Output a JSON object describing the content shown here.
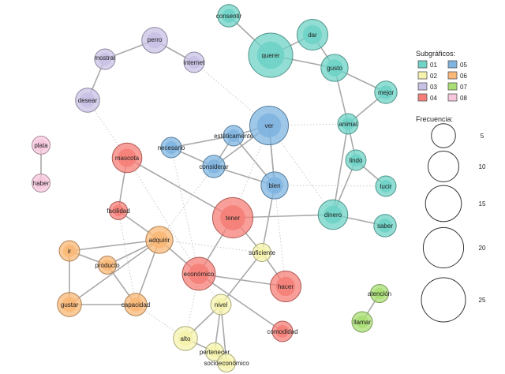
{
  "colors": {
    "01": "#6fd3c6",
    "02": "#f5f3ad",
    "03": "#c9c1e6",
    "04": "#f57f78",
    "05": "#7fb4e0",
    "06": "#f9b877",
    "07": "#a9de73",
    "08": "#f6c6dc",
    "edge": "#a9a9a9",
    "edge_dotted": "#c8c8c8"
  },
  "legend": {
    "groups_title": "Subgráficos:",
    "groups": [
      "01",
      "02",
      "03",
      "04",
      "05",
      "06",
      "07",
      "08"
    ],
    "freq_title": "Frecuencia:",
    "freq_values": [
      5,
      10,
      15,
      20,
      25
    ]
  },
  "nodes": [
    {
      "id": "consentir",
      "label": "consentir",
      "group": "01",
      "freq": 4
    },
    {
      "id": "querer",
      "label": "querer",
      "group": "01",
      "freq": 25
    },
    {
      "id": "dar",
      "label": "dar",
      "group": "01",
      "freq": 10
    },
    {
      "id": "gusto",
      "label": "gusto",
      "group": "01",
      "freq": 7
    },
    {
      "id": "mejor",
      "label": "mejor",
      "group": "01",
      "freq": 4
    },
    {
      "id": "animal",
      "label": "animal",
      "group": "01",
      "freq": 3
    },
    {
      "id": "lindo",
      "label": "lindo",
      "group": "01",
      "freq": 3
    },
    {
      "id": "lucir",
      "label": "lucir",
      "group": "01",
      "freq": 3
    },
    {
      "id": "dinero",
      "label": "dinero",
      "group": "01",
      "freq": 9
    },
    {
      "id": "saber",
      "label": "saber",
      "group": "01",
      "freq": 4
    },
    {
      "id": "perro",
      "label": "perro",
      "group": "03",
      "freq": 6
    },
    {
      "id": "mostrar",
      "label": "mostrar",
      "group": "03",
      "freq": 3
    },
    {
      "id": "internet",
      "label": "internet",
      "group": "03",
      "freq": 3
    },
    {
      "id": "desear",
      "label": "desear",
      "group": "03",
      "freq": 5
    },
    {
      "id": "plata",
      "label": "plata",
      "group": "08",
      "freq": 2
    },
    {
      "id": "haber",
      "label": "haber",
      "group": "08",
      "freq": 2
    },
    {
      "id": "ver",
      "label": "ver",
      "group": "05",
      "freq": 18
    },
    {
      "id": "esteticamente",
      "label": "estéticamente",
      "group": "05",
      "freq": 3
    },
    {
      "id": "necesario",
      "label": "necesario",
      "group": "05",
      "freq": 3
    },
    {
      "id": "considerar",
      "label": "considerar",
      "group": "05",
      "freq": 4
    },
    {
      "id": "bien",
      "label": "bien",
      "group": "05",
      "freq": 7
    },
    {
      "id": "mascota",
      "label": "mascota",
      "group": "04",
      "freq": 9
    },
    {
      "id": "facilidad",
      "label": "facilidad",
      "group": "04",
      "freq": 2
    },
    {
      "id": "tener",
      "label": "tener",
      "group": "04",
      "freq": 20
    },
    {
      "id": "economico",
      "label": "económico",
      "group": "04",
      "freq": 12
    },
    {
      "id": "hacer",
      "label": "hacer",
      "group": "04",
      "freq": 10
    },
    {
      "id": "comodidad",
      "label": "comodidad",
      "group": "04",
      "freq": 3
    },
    {
      "id": "adquirir",
      "label": "adquirir",
      "group": "06",
      "freq": 7
    },
    {
      "id": "ir",
      "label": "ir",
      "group": "06",
      "freq": 3
    },
    {
      "id": "producto",
      "label": "producto",
      "group": "06",
      "freq": 2
    },
    {
      "id": "gustar",
      "label": "gustar",
      "group": "06",
      "freq": 5
    },
    {
      "id": "capacidad",
      "label": "capacidad",
      "group": "06",
      "freq": 4
    },
    {
      "id": "suficiente",
      "label": "suficiente",
      "group": "02",
      "freq": 2
    },
    {
      "id": "nivel",
      "label": "nivel",
      "group": "02",
      "freq": 3
    },
    {
      "id": "alto",
      "label": "alto",
      "group": "02",
      "freq": 5
    },
    {
      "id": "pertenecer",
      "label": "pertenecer",
      "group": "02",
      "freq": 2
    },
    {
      "id": "socioeconomico",
      "label": "socioeconómico",
      "group": "02",
      "freq": 2
    },
    {
      "id": "atencion",
      "label": "atención",
      "group": "07",
      "freq": 2
    },
    {
      "id": "llamar",
      "label": "llamar",
      "group": "07",
      "freq": 3
    }
  ],
  "edges": [
    {
      "s": "consentir",
      "t": "querer",
      "type": "solid"
    },
    {
      "s": "querer",
      "t": "dar",
      "type": "solid"
    },
    {
      "s": "querer",
      "t": "gusto",
      "type": "solid"
    },
    {
      "s": "dar",
      "t": "gusto",
      "type": "solid"
    },
    {
      "s": "gusto",
      "t": "mejor",
      "type": "solid"
    },
    {
      "s": "gusto",
      "t": "animal",
      "type": "solid"
    },
    {
      "s": "mejor",
      "t": "animal",
      "type": "solid"
    },
    {
      "s": "animal",
      "t": "lindo",
      "type": "solid"
    },
    {
      "s": "animal",
      "t": "dinero",
      "type": "solid"
    },
    {
      "s": "lindo",
      "t": "lucir",
      "type": "solid"
    },
    {
      "s": "lindo",
      "t": "dinero",
      "type": "solid"
    },
    {
      "s": "dinero",
      "t": "saber",
      "type": "solid"
    },
    {
      "s": "perro",
      "t": "mostrar",
      "type": "solid"
    },
    {
      "s": "perro",
      "t": "internet",
      "type": "solid"
    },
    {
      "s": "mostrar",
      "t": "desear",
      "type": "solid"
    },
    {
      "s": "plata",
      "t": "haber",
      "type": "solid"
    },
    {
      "s": "ver",
      "t": "esteticamente",
      "type": "solid"
    },
    {
      "s": "ver",
      "t": "considerar",
      "type": "solid"
    },
    {
      "s": "ver",
      "t": "bien",
      "type": "solid"
    },
    {
      "s": "esteticamente",
      "t": "considerar",
      "type": "solid"
    },
    {
      "s": "esteticamente",
      "t": "bien",
      "type": "solid"
    },
    {
      "s": "esteticamente",
      "t": "necesario",
      "type": "solid"
    },
    {
      "s": "necesario",
      "t": "considerar",
      "type": "solid"
    },
    {
      "s": "considerar",
      "t": "bien",
      "type": "solid"
    },
    {
      "s": "mascota",
      "t": "facilidad",
      "type": "solid"
    },
    {
      "s": "mascota",
      "t": "tener",
      "type": "solid"
    },
    {
      "s": "tener",
      "t": "economico",
      "type": "solid"
    },
    {
      "s": "tener",
      "t": "dinero",
      "type": "solid"
    },
    {
      "s": "tener",
      "t": "suficiente",
      "type": "solid"
    },
    {
      "s": "economico",
      "t": "hacer",
      "type": "solid"
    },
    {
      "s": "economico",
      "t": "comodidad",
      "type": "solid"
    },
    {
      "s": "economico",
      "t": "adquirir",
      "type": "solid"
    },
    {
      "s": "facilidad",
      "t": "adquirir",
      "type": "solid"
    },
    {
      "s": "adquirir",
      "t": "ir",
      "type": "solid"
    },
    {
      "s": "adquirir",
      "t": "producto",
      "type": "solid"
    },
    {
      "s": "adquirir",
      "t": "capacidad",
      "type": "solid"
    },
    {
      "s": "adquirir",
      "t": "gustar",
      "type": "solid"
    },
    {
      "s": "ir",
      "t": "producto",
      "type": "solid"
    },
    {
      "s": "ir",
      "t": "gustar",
      "type": "solid"
    },
    {
      "s": "producto",
      "t": "capacidad",
      "type": "solid"
    },
    {
      "s": "gustar",
      "t": "capacidad",
      "type": "solid"
    },
    {
      "s": "suficiente",
      "t": "nivel",
      "type": "solid"
    },
    {
      "s": "suficiente",
      "t": "bien",
      "type": "solid"
    },
    {
      "s": "suficiente",
      "t": "hacer",
      "type": "solid"
    },
    {
      "s": "nivel",
      "t": "alto",
      "type": "solid"
    },
    {
      "s": "nivel",
      "t": "pertenecer",
      "type": "solid"
    },
    {
      "s": "nivel",
      "t": "socioeconomico",
      "type": "solid"
    },
    {
      "s": "alto",
      "t": "pertenecer",
      "type": "solid"
    },
    {
      "s": "pertenecer",
      "t": "socioeconomico",
      "type": "solid"
    },
    {
      "s": "ver",
      "t": "bien",
      "type": "solid"
    },
    {
      "s": "atencion",
      "t": "llamar",
      "type": "solid"
    },
    {
      "s": "internet",
      "t": "ver",
      "type": "dotted"
    },
    {
      "s": "desear",
      "t": "mascota",
      "type": "dotted"
    },
    {
      "s": "ver",
      "t": "animal",
      "type": "dotted"
    },
    {
      "s": "ver",
      "t": "tener",
      "type": "dotted"
    },
    {
      "s": "ver",
      "t": "dinero",
      "type": "dotted"
    },
    {
      "s": "bien",
      "t": "lucir",
      "type": "dotted"
    },
    {
      "s": "necesario",
      "t": "economico",
      "type": "dotted"
    },
    {
      "s": "considerar",
      "t": "adquirir",
      "type": "dotted"
    },
    {
      "s": "mascota",
      "t": "economico",
      "type": "dotted"
    },
    {
      "s": "facilidad",
      "t": "capacidad",
      "type": "dotted"
    },
    {
      "s": "economico",
      "t": "alto",
      "type": "dotted"
    },
    {
      "s": "economico",
      "t": "nivel",
      "type": "dotted"
    },
    {
      "s": "capacidad",
      "t": "alto",
      "type": "dotted"
    },
    {
      "s": "hacer",
      "t": "bien",
      "type": "dotted"
    },
    {
      "s": "suficiente",
      "t": "adquirir",
      "type": "dotted"
    }
  ]
}
